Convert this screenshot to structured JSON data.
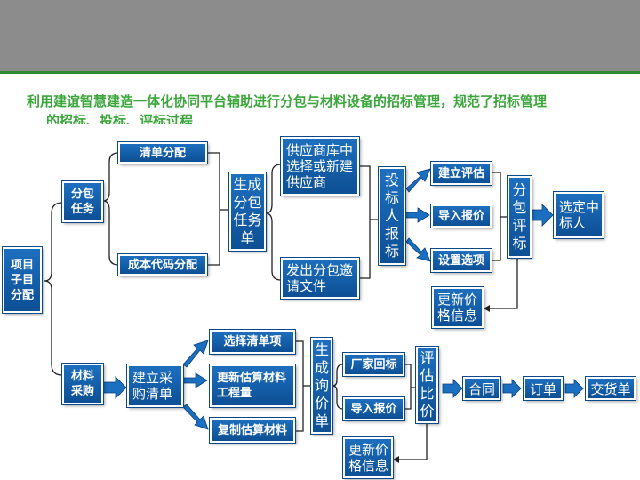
{
  "header": {
    "subtitle_line1": "利用建谊智慧建造一体化协同平台辅助进行分包与材料设备的招标管理，规范了招标管理",
    "subtitle_line2": "的招标、投标、评标过程"
  },
  "boxes": {
    "root": "项目\n子目\n分配",
    "sub_task": "分包\n任务",
    "material": "材料\n采购",
    "list_alloc": "清单分配",
    "cost_alloc": "成本代码分配",
    "gen_task": "生成\n分包\n任务\n单",
    "supplier": "供应商库中\n选择或新建\n供应商",
    "invite": "发出分包邀\n请文件",
    "bid": "投\n标\n人\n报\n标",
    "build_eval": "建立评估",
    "import_quote": "导入报价",
    "set_option": "设置选项",
    "sub_eval": "分\n包\n评\n标",
    "select_bidder": "选定中\n标人",
    "update_price_1": "更新价\n格信息",
    "build_purchase": "建立采\n购清单",
    "select_items": "选择清单项",
    "update_estimate": "更新估算材料\n工程量",
    "copy_estimate": "复制估算材料",
    "gen_inquiry": "生\n成\n询\n价\n单",
    "vendor_bid": "厂家回标",
    "import_quote_2": "导入报价",
    "eval_compare": "评\n估\n比\n价",
    "update_price_2": "更新价\n格信息",
    "contract": "合同",
    "order": "订单",
    "delivery": "交货单"
  },
  "colors": {
    "box": "#1565b3",
    "connector": "#222222",
    "header_bg": "#8c8c8c",
    "accent_green": "#3ca63c"
  }
}
